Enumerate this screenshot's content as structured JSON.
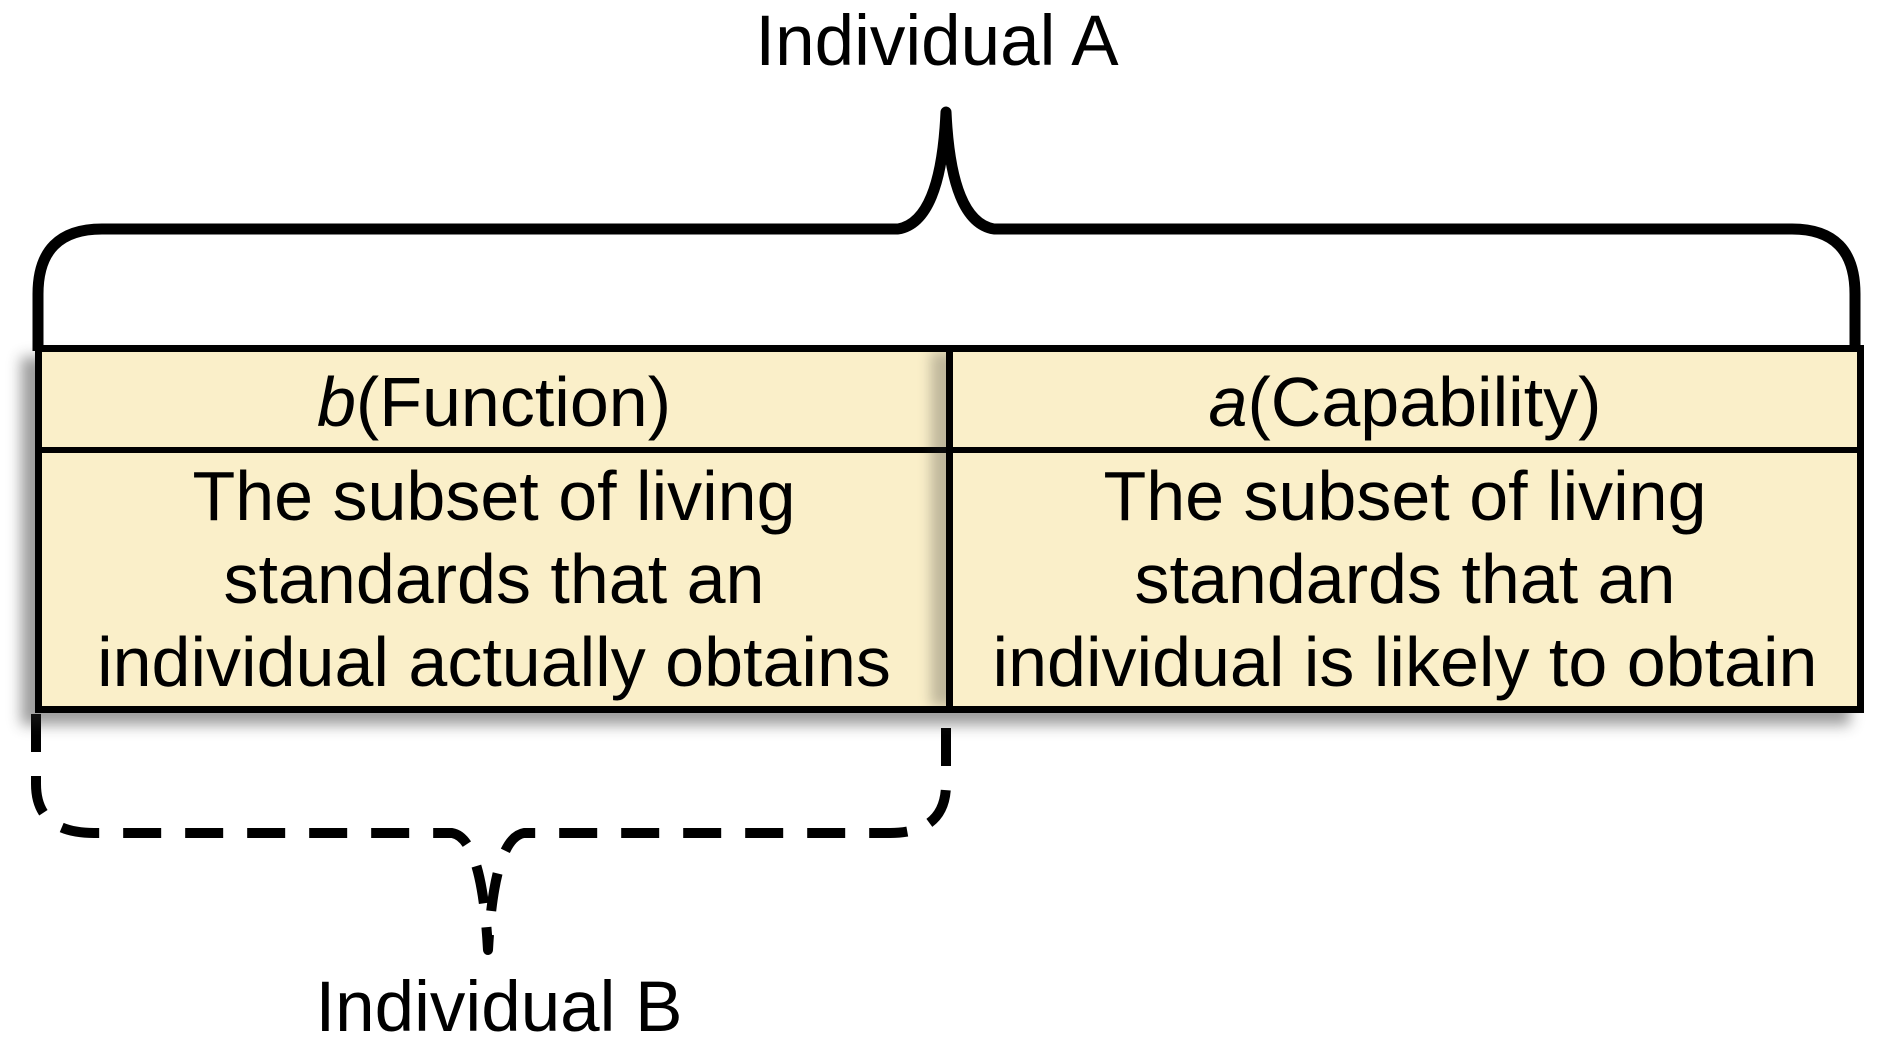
{
  "labels": {
    "individual_a": "Individual A",
    "individual_b": "Individual B"
  },
  "table": {
    "columns": [
      {
        "header": {
          "symbol": "b",
          "term": "(Function)"
        },
        "description_lines": [
          "The subset of living",
          "standards that an",
          "individual actually obtains"
        ]
      },
      {
        "header": {
          "symbol": "a",
          "term": "(Capability)"
        },
        "description_lines": [
          "The subset of living",
          "standards that an",
          "individual is likely to obtain"
        ]
      }
    ]
  },
  "braces": {
    "top_style": "solid",
    "bottom_style": "dashed"
  },
  "colors": {
    "cell_fill": "#FAEFC9",
    "line": "#000000",
    "text": "#000000",
    "background": "#FFFFFF"
  }
}
